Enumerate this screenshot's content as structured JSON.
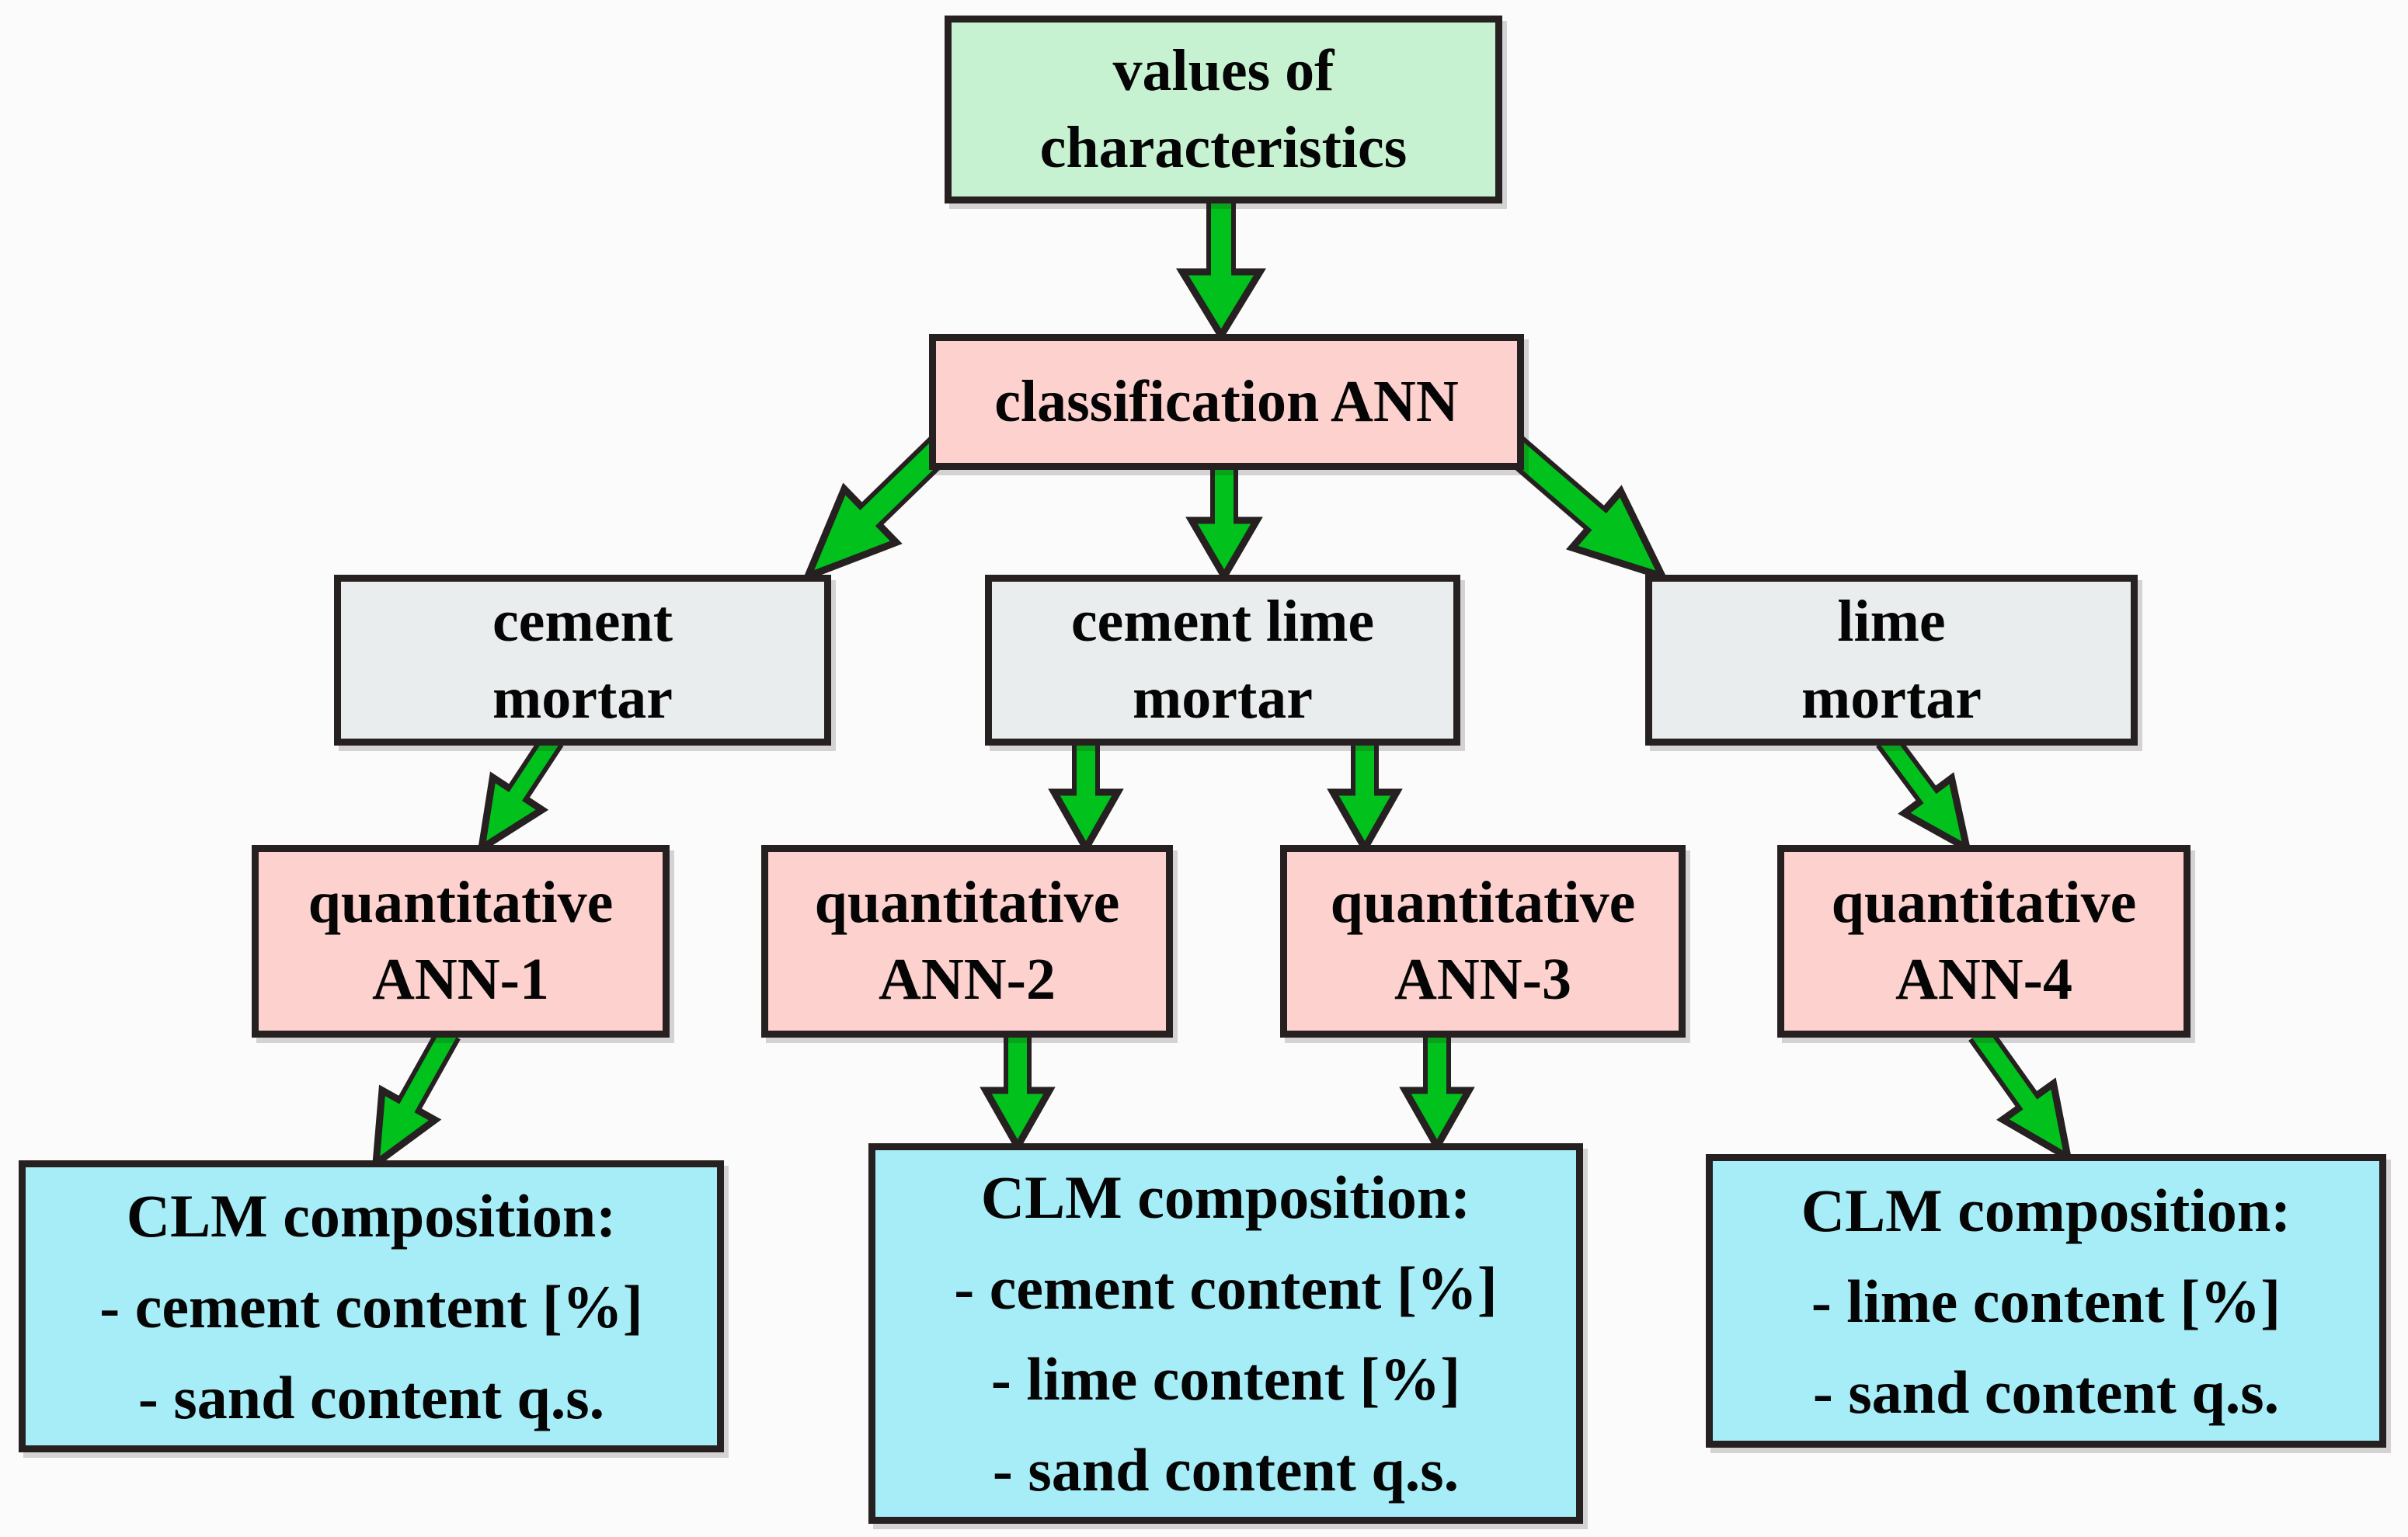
{
  "colors": {
    "background": "#fbfbfb",
    "border": "#272021",
    "arrow": "#01c11c",
    "text": "#050505",
    "node_values": "#c6f2d2",
    "node_ann": "#fcd1ce",
    "node_mortar": "#e9edee",
    "node_output": "#a7edf7"
  },
  "nodes": {
    "values": {
      "label": "values of\ncharacteristics"
    },
    "classification": {
      "label": "classification ANN"
    },
    "cement_mortar": {
      "label": "cement\nmortar"
    },
    "cement_lime_mortar": {
      "label": "cement lime\nmortar"
    },
    "lime_mortar": {
      "label": "lime\nmortar"
    },
    "ann1": {
      "label": "quantitative\nANN-1"
    },
    "ann2": {
      "label": "quantitative\nANN-2"
    },
    "ann3": {
      "label": "quantitative\nANN-3"
    },
    "ann4": {
      "label": "quantitative\nANN-4"
    },
    "output_cement": {
      "label": "CLM composition:\n- cement content [%]\n- sand content q.s."
    },
    "output_cement_lime": {
      "label": "CLM composition:\n- cement content [%]\n- lime content [%]\n- sand content q.s."
    },
    "output_lime": {
      "label": "CLM composition:\n- lime content [%]\n- sand content q.s."
    }
  },
  "edges": [
    {
      "from": "values",
      "to": "classification"
    },
    {
      "from": "classification",
      "to": "cement_mortar"
    },
    {
      "from": "classification",
      "to": "cement_lime_mortar"
    },
    {
      "from": "classification",
      "to": "lime_mortar"
    },
    {
      "from": "cement_mortar",
      "to": "ann1"
    },
    {
      "from": "cement_lime_mortar",
      "to": "ann2"
    },
    {
      "from": "cement_lime_mortar",
      "to": "ann3"
    },
    {
      "from": "lime_mortar",
      "to": "ann4"
    },
    {
      "from": "ann1",
      "to": "output_cement"
    },
    {
      "from": "ann2",
      "to": "output_cement_lime"
    },
    {
      "from": "ann3",
      "to": "output_cement_lime"
    },
    {
      "from": "ann4",
      "to": "output_lime"
    }
  ]
}
